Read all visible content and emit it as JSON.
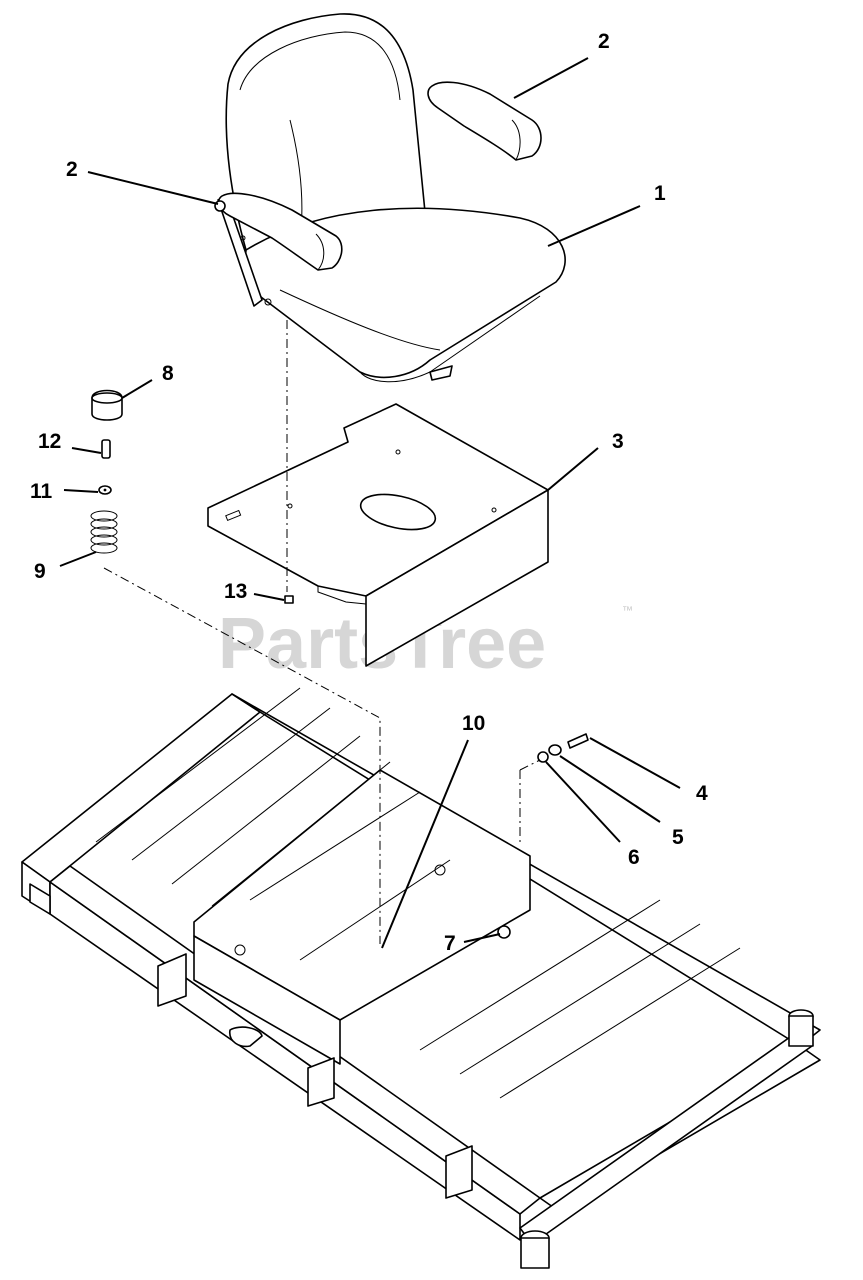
{
  "watermark": {
    "text": "PartsTree",
    "trademark": "™"
  },
  "callouts": [
    {
      "id": "c1",
      "label": "1"
    },
    {
      "id": "c2a",
      "label": "2"
    },
    {
      "id": "c2b",
      "label": "2"
    },
    {
      "id": "c3",
      "label": "3"
    },
    {
      "id": "c4",
      "label": "4"
    },
    {
      "id": "c5",
      "label": "5"
    },
    {
      "id": "c6",
      "label": "6"
    },
    {
      "id": "c7",
      "label": "7"
    },
    {
      "id": "c8",
      "label": "8"
    },
    {
      "id": "c9",
      "label": "9"
    },
    {
      "id": "c10",
      "label": "10"
    },
    {
      "id": "c11",
      "label": "11"
    },
    {
      "id": "c12",
      "label": "12"
    },
    {
      "id": "c13",
      "label": "13"
    }
  ]
}
